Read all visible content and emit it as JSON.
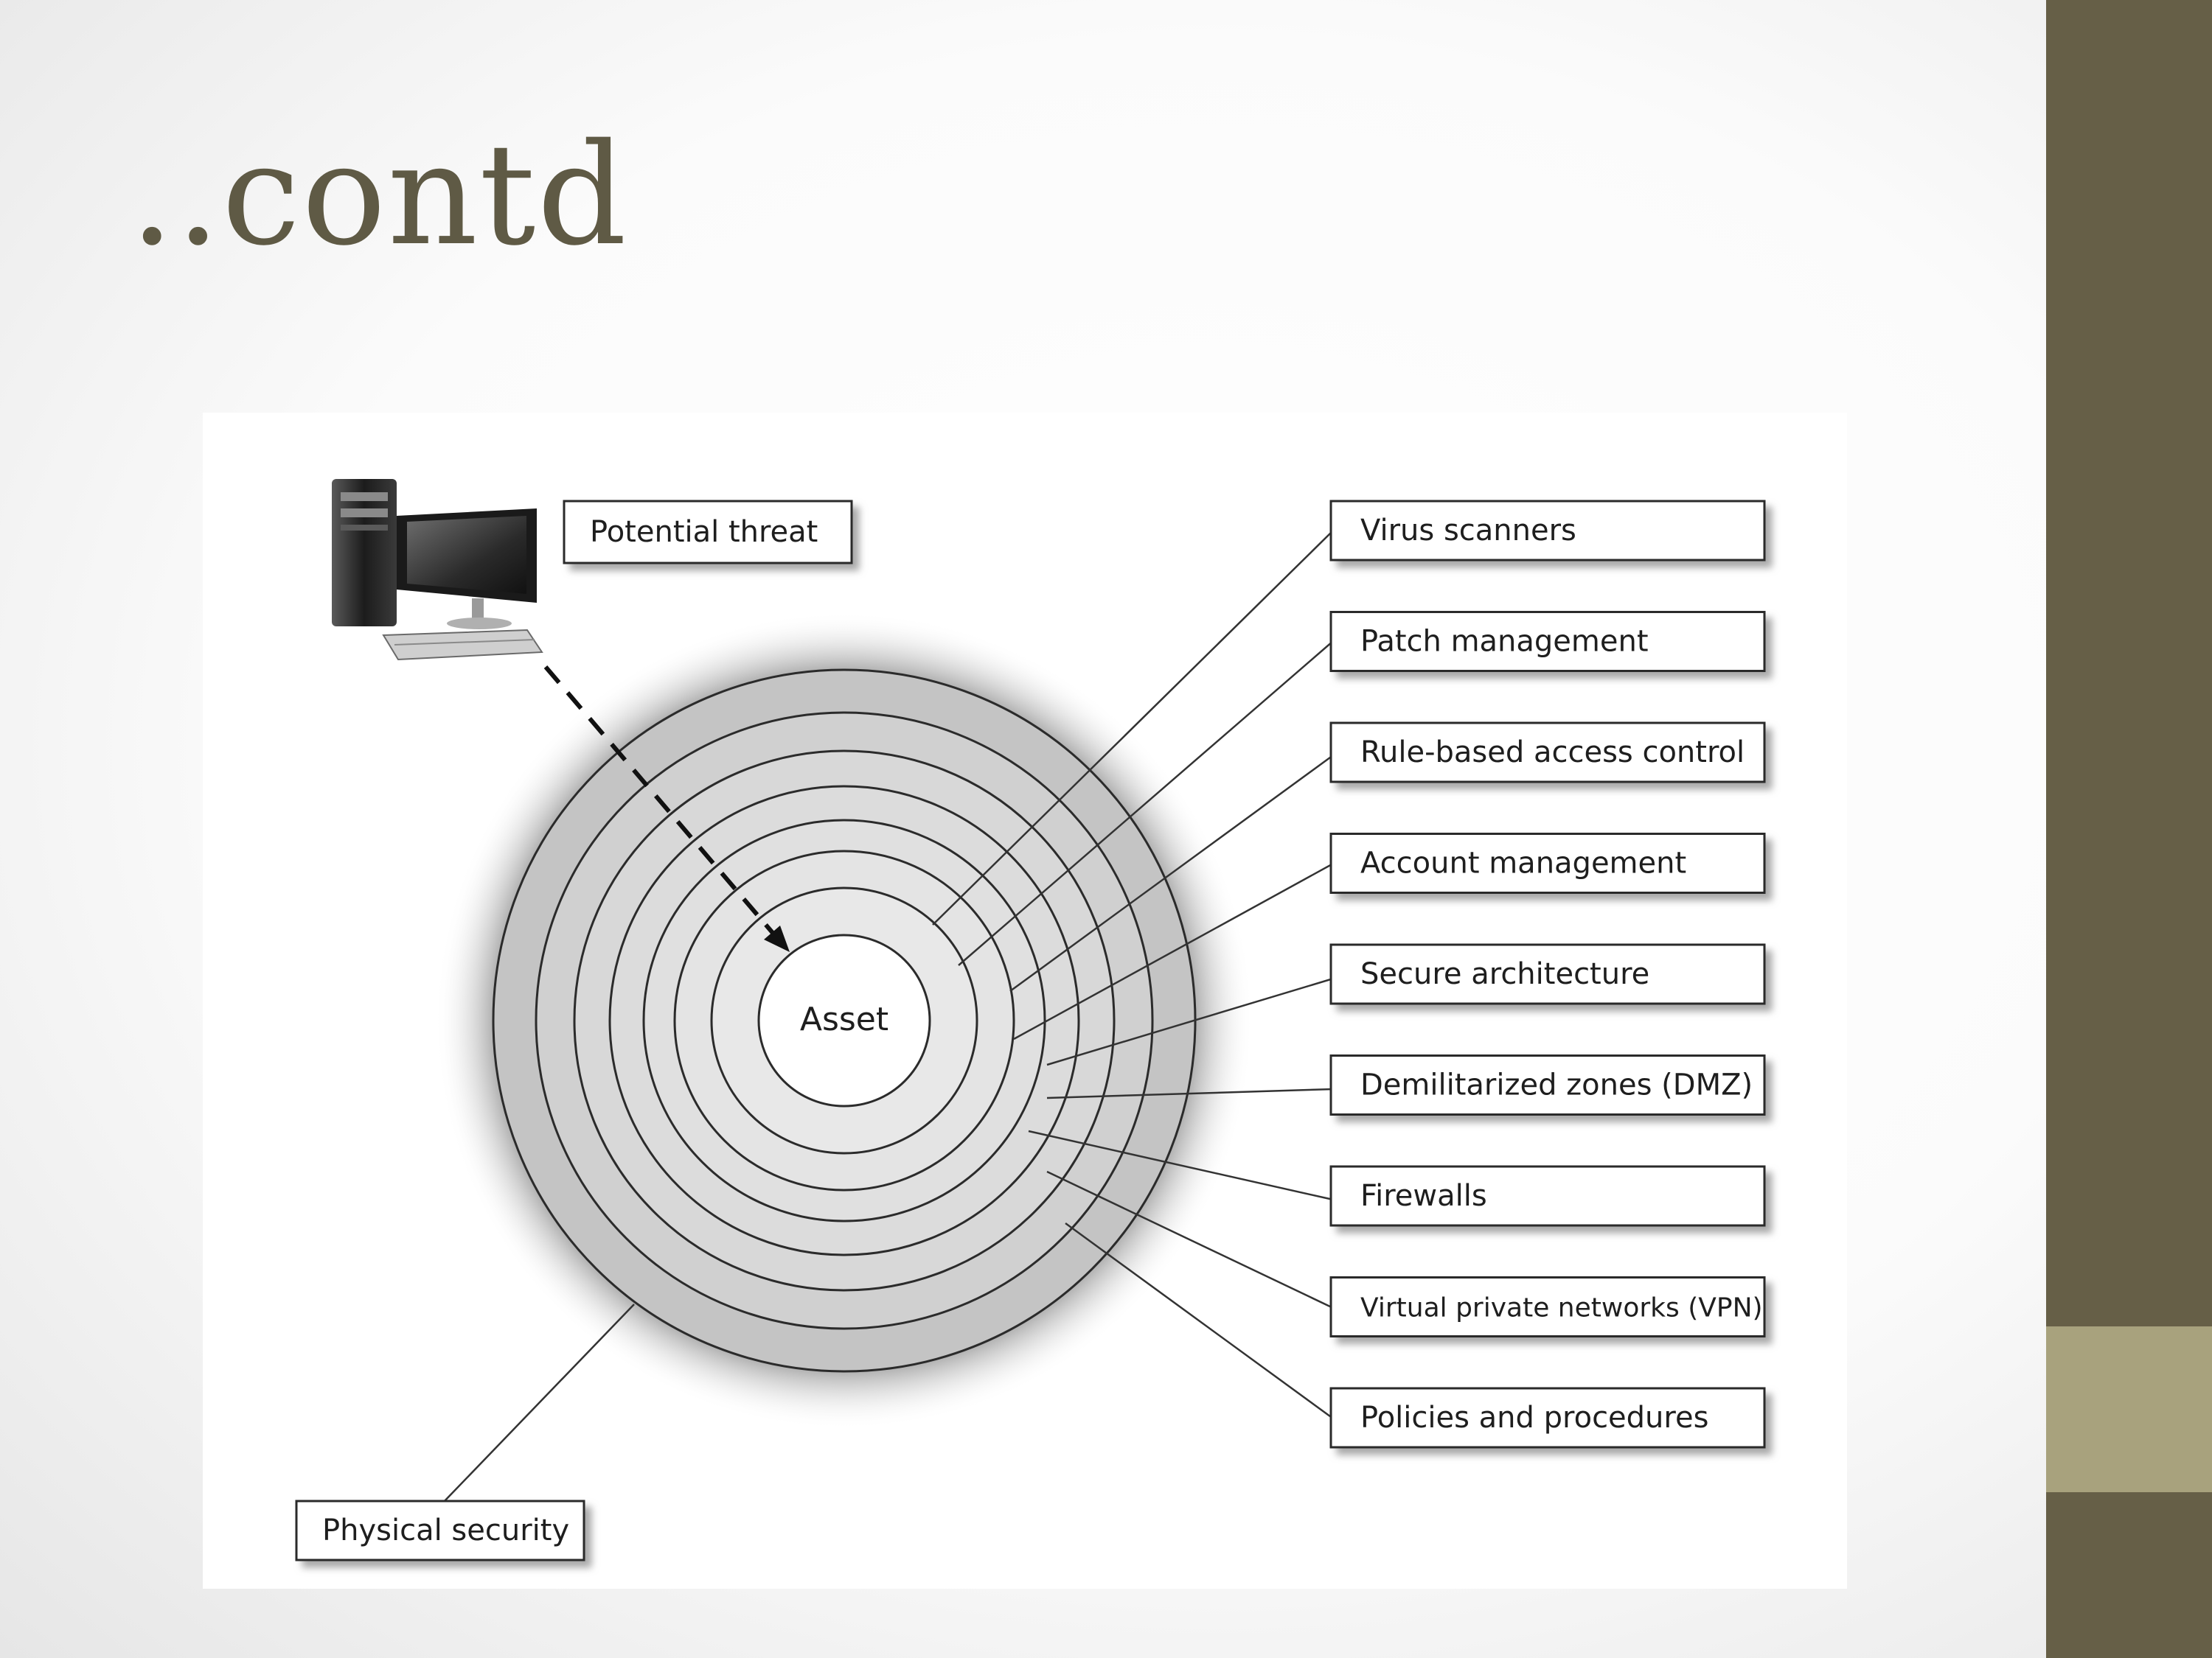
{
  "slide": {
    "title": "..contd"
  },
  "theme": {
    "title_color": "#5f5a45",
    "sidebar_color": "#665f47",
    "sidebar_accent_color": "#a8a27d"
  },
  "diagram": {
    "threat_icon": "desktop-computer-icon",
    "threat_label": "Potential threat",
    "center_label": "Asset",
    "physical_label": "Physical security",
    "layers": [
      "Virus scanners",
      "Patch management",
      "Rule-based access control",
      "Account management",
      "Secure architecture",
      "Demilitarized zones (DMZ)",
      "Firewalls",
      "Virtual private networks (VPN)",
      "Policies and procedures"
    ]
  }
}
